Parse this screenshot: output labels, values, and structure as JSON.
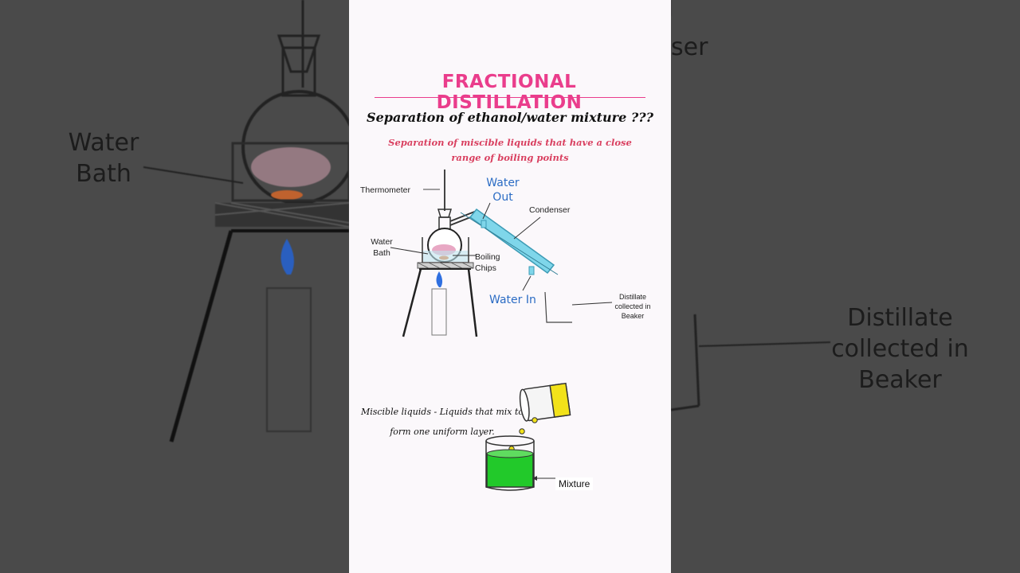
{
  "title": "FRACTIONAL DISTILLATION",
  "subtitle": "Separation of ethanol/water mixture ???",
  "description": "Separation of miscible liquids that have a close range of boiling points",
  "labels": {
    "thermometer": "Thermometer",
    "water_out": "Water Out",
    "condenser": "Condenser",
    "water_bath": "Water Bath",
    "boiling_chips": "Boiling Chips",
    "water_in": "Water In",
    "distillate": "Distillate collected in Beaker"
  },
  "miscible_definition": "Miscible liquids  - Liquids that mix to form one uniform layer.",
  "mixture_label": "Mixture",
  "background": {
    "left_text": "Water Bath",
    "right_top_text": "ser",
    "right_text": "Distillate collected in Beaker"
  },
  "colors": {
    "title": "#ea3d8c",
    "description": "#d94060",
    "blue_label": "#2b6cc4",
    "condenser": "#7fd6ea",
    "mixture_liquid": "#22c92a",
    "pouring_liquid": "#f2e21a",
    "flame": "#2f6fe0"
  }
}
